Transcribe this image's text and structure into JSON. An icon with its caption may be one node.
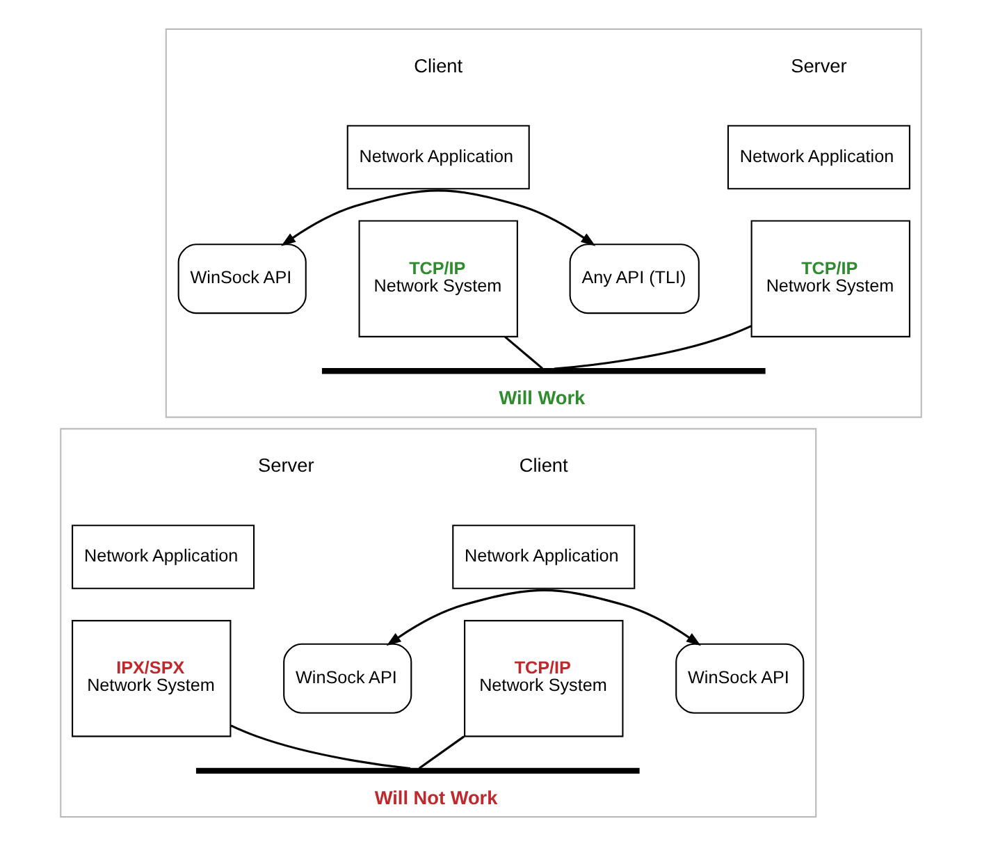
{
  "diagram": {
    "nodes": [
      {
        "text": [
          "Will Work"
        ]
      },
      {
        "text": [
          "Any API (TLI)"
        ],
        "in": 0
      },
      {
        "text": [
          "Network Application"
        ],
        "in": 0
      },
      {
        "text": [
          "Network Application"
        ],
        "in": 0
      },
      {
        "text": [
          "WinSock API"
        ],
        "in": 0
      },
      {
        "text": [
          "TCP/IP",
          "Network System"
        ],
        "in": 0
      },
      {
        "text": [
          "TCP/IP",
          "Network System"
        ],
        "in": 0
      },
      {
        "text": [],
        "shape": "bar",
        "in": 0
      },
      {
        "text": [
          "Will Not Work"
        ]
      },
      {
        "text": [
          "WinSock API"
        ],
        "in": 8
      },
      {
        "text": [
          "Network Application"
        ],
        "in": 8
      },
      {
        "text": [
          "Network Application"
        ],
        "in": 8
      },
      {
        "text": [
          "WinSock API"
        ],
        "in": 8
      },
      {
        "text": [
          "TCP/IP",
          "Network System"
        ],
        "in": 8
      },
      {
        "text": [
          "IPX/SPX",
          "Network System"
        ],
        "in": 8
      },
      {
        "text": [],
        "shape": "bar",
        "in": 8
      }
    ],
    "edges": [
      {
        "from": 1,
        "to": 4,
        "arrow": "both"
      },
      {
        "from": 5,
        "to": 7,
        "arrow": "none"
      },
      {
        "from": 6,
        "to": 7,
        "arrow": "none"
      },
      {
        "from": 9,
        "to": 12,
        "arrow": "both"
      },
      {
        "from": 13,
        "to": 15,
        "arrow": "none"
      },
      {
        "from": 14,
        "to": 15,
        "arrow": "none"
      }
    ],
    "labels": [
      "Client",
      "Server",
      "Client",
      "Server"
    ]
  }
}
